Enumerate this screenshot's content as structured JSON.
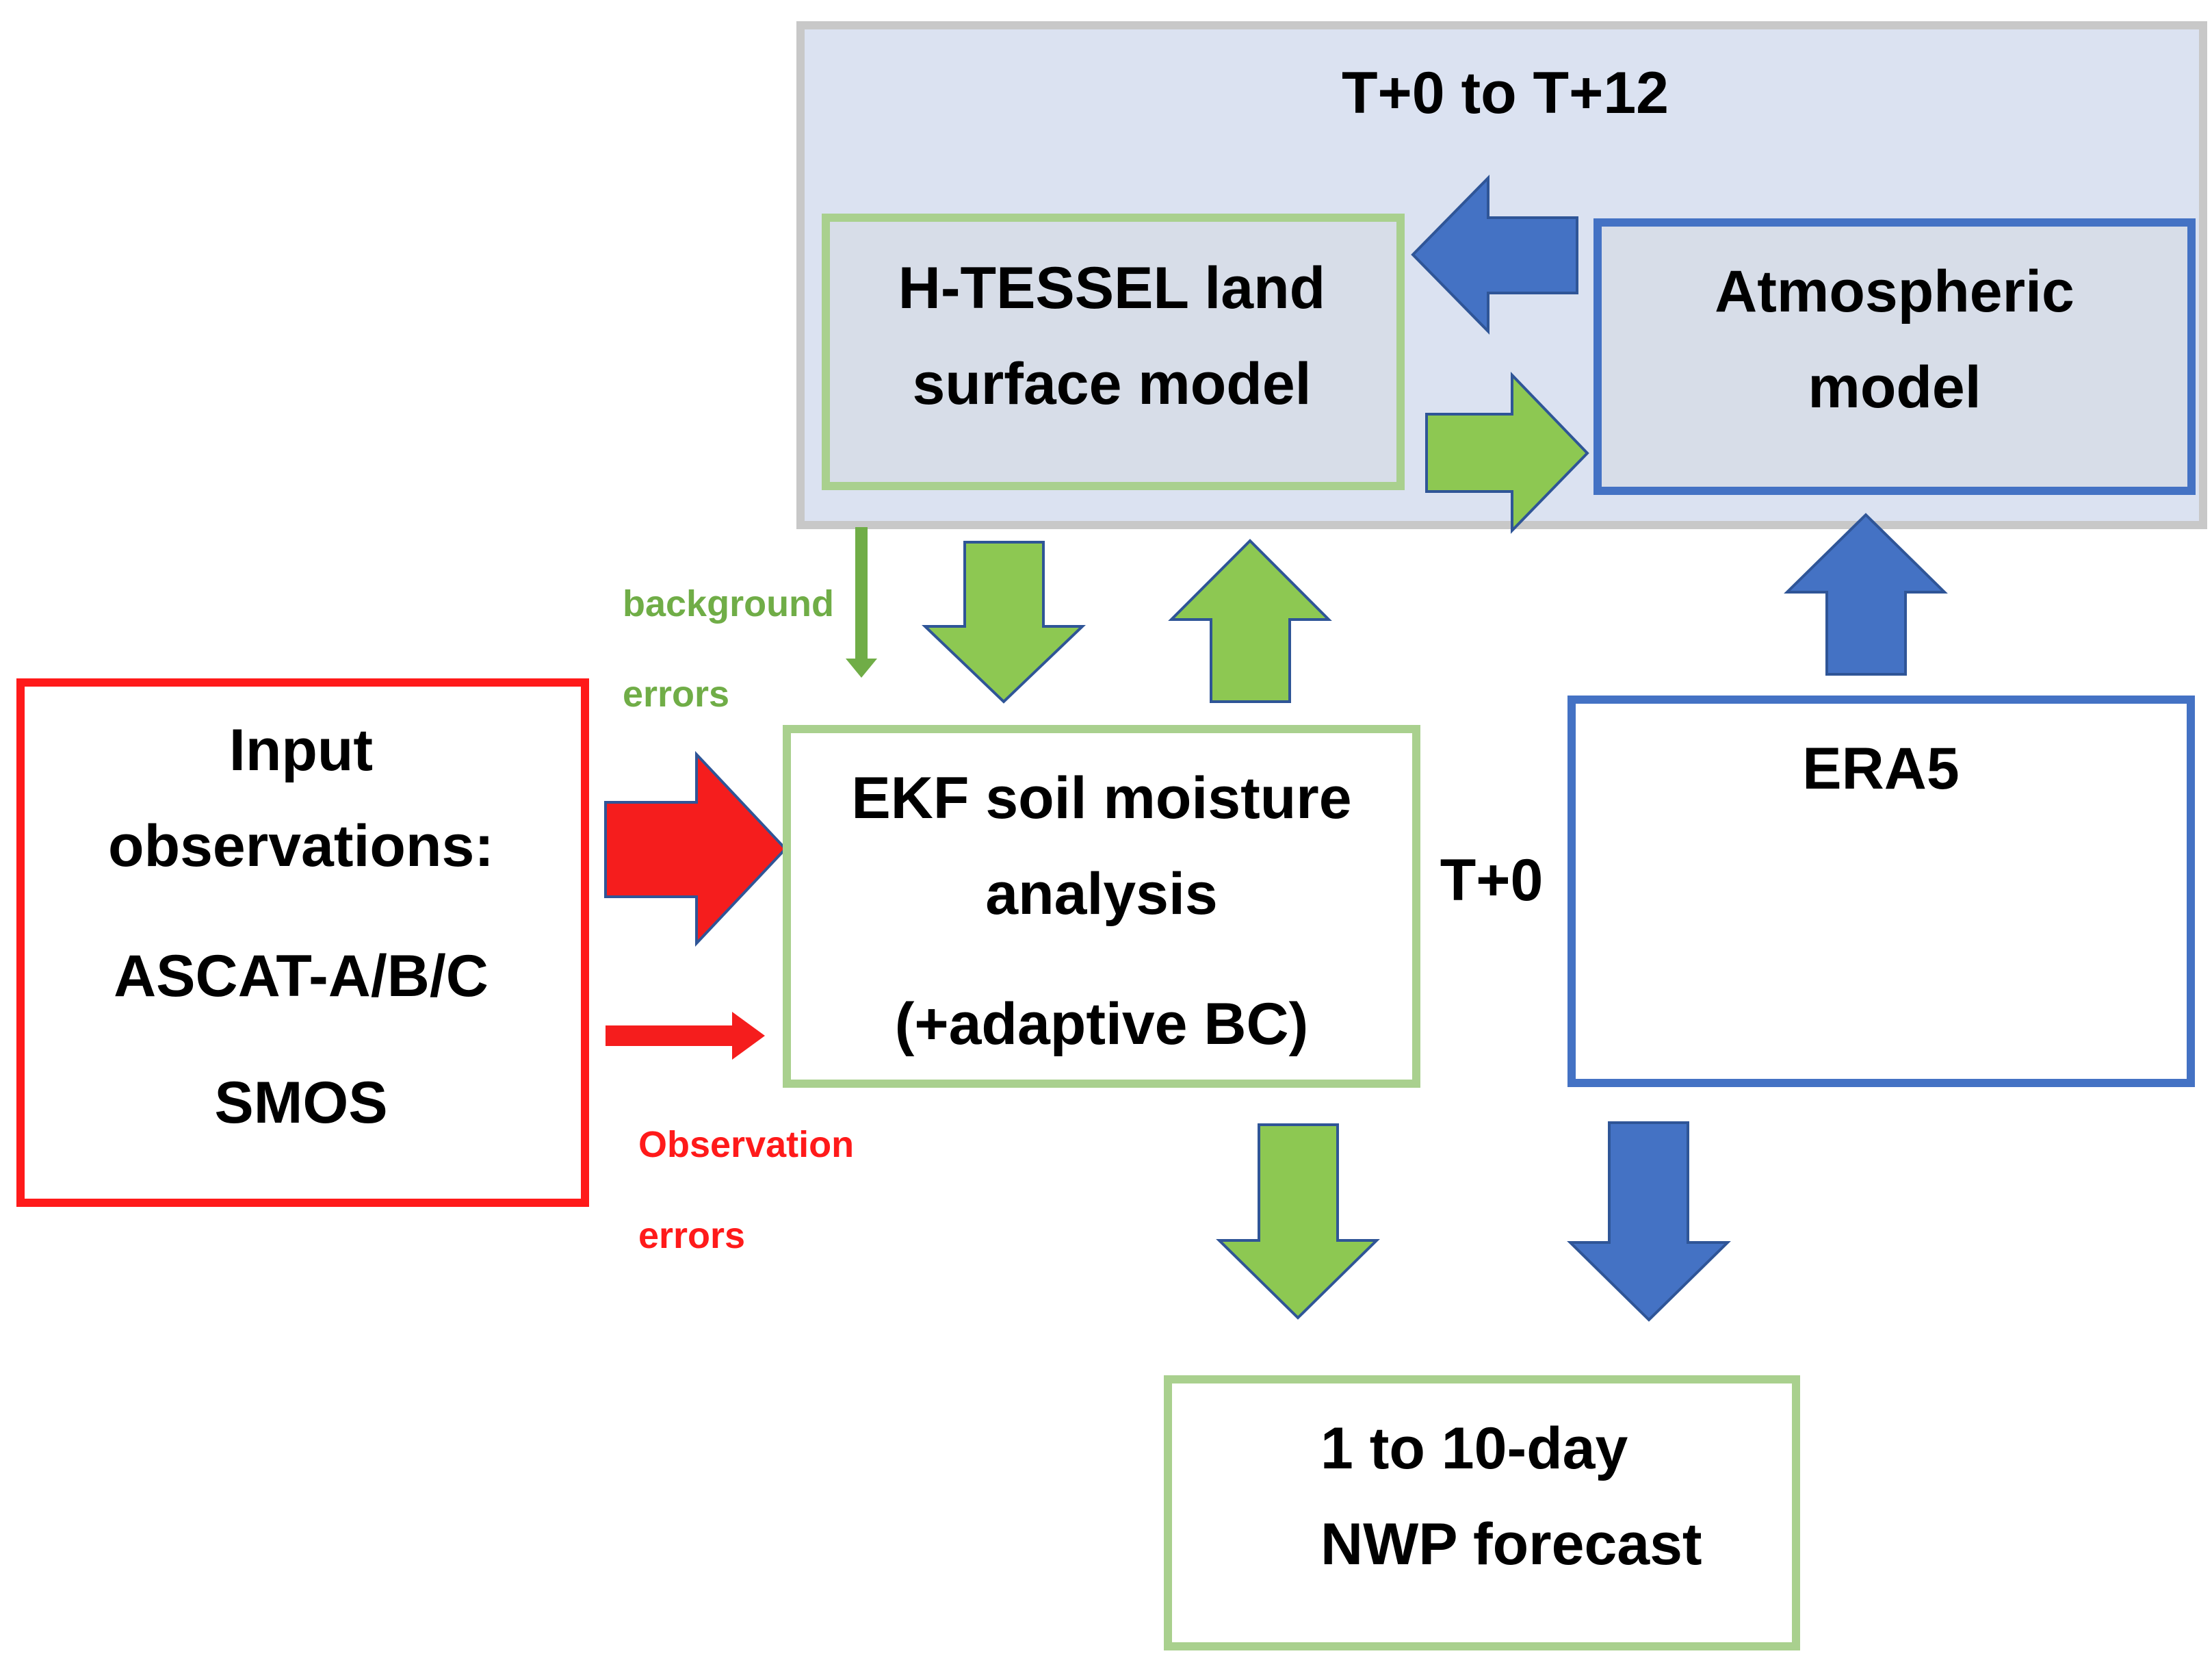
{
  "colors": {
    "outer_fill": "#dbe2f1",
    "outer_border": "#c8c8c8",
    "box_fill_grey": "#d7dde8",
    "green_border": "#a9d08e",
    "blue_border": "#4472c4",
    "red_border": "#ff1a1a",
    "green_arrow": "#8dc852",
    "green_arrow_stroke": "#2f5597",
    "blue_arrow": "#4472c4",
    "red_arrow": "#f51d1d",
    "green_text": "#70ad47",
    "red_text": "#ff1a1a"
  },
  "outer": {
    "title": "T+0 to T+12"
  },
  "htessel": {
    "line1": "H-TESSEL land",
    "line2": "surface model"
  },
  "atmos": {
    "line1": "Atmospheric",
    "line2": "model"
  },
  "input": {
    "line1": "Input",
    "line2": "observations:",
    "line3": "ASCAT-A/B/C",
    "line4": "SMOS"
  },
  "ekf": {
    "line1": "EKF soil moisture",
    "line2": "analysis",
    "line3": "(+adaptive BC)"
  },
  "era5": {
    "title": "ERA5"
  },
  "t0": {
    "label": "T+0"
  },
  "background_errors": {
    "line1": "background",
    "line2": "errors"
  },
  "observation_errors": {
    "line1": "Observation",
    "line2": "errors"
  },
  "forecast": {
    "line1": "1 to 10-day",
    "line2": "NWP forecast"
  }
}
